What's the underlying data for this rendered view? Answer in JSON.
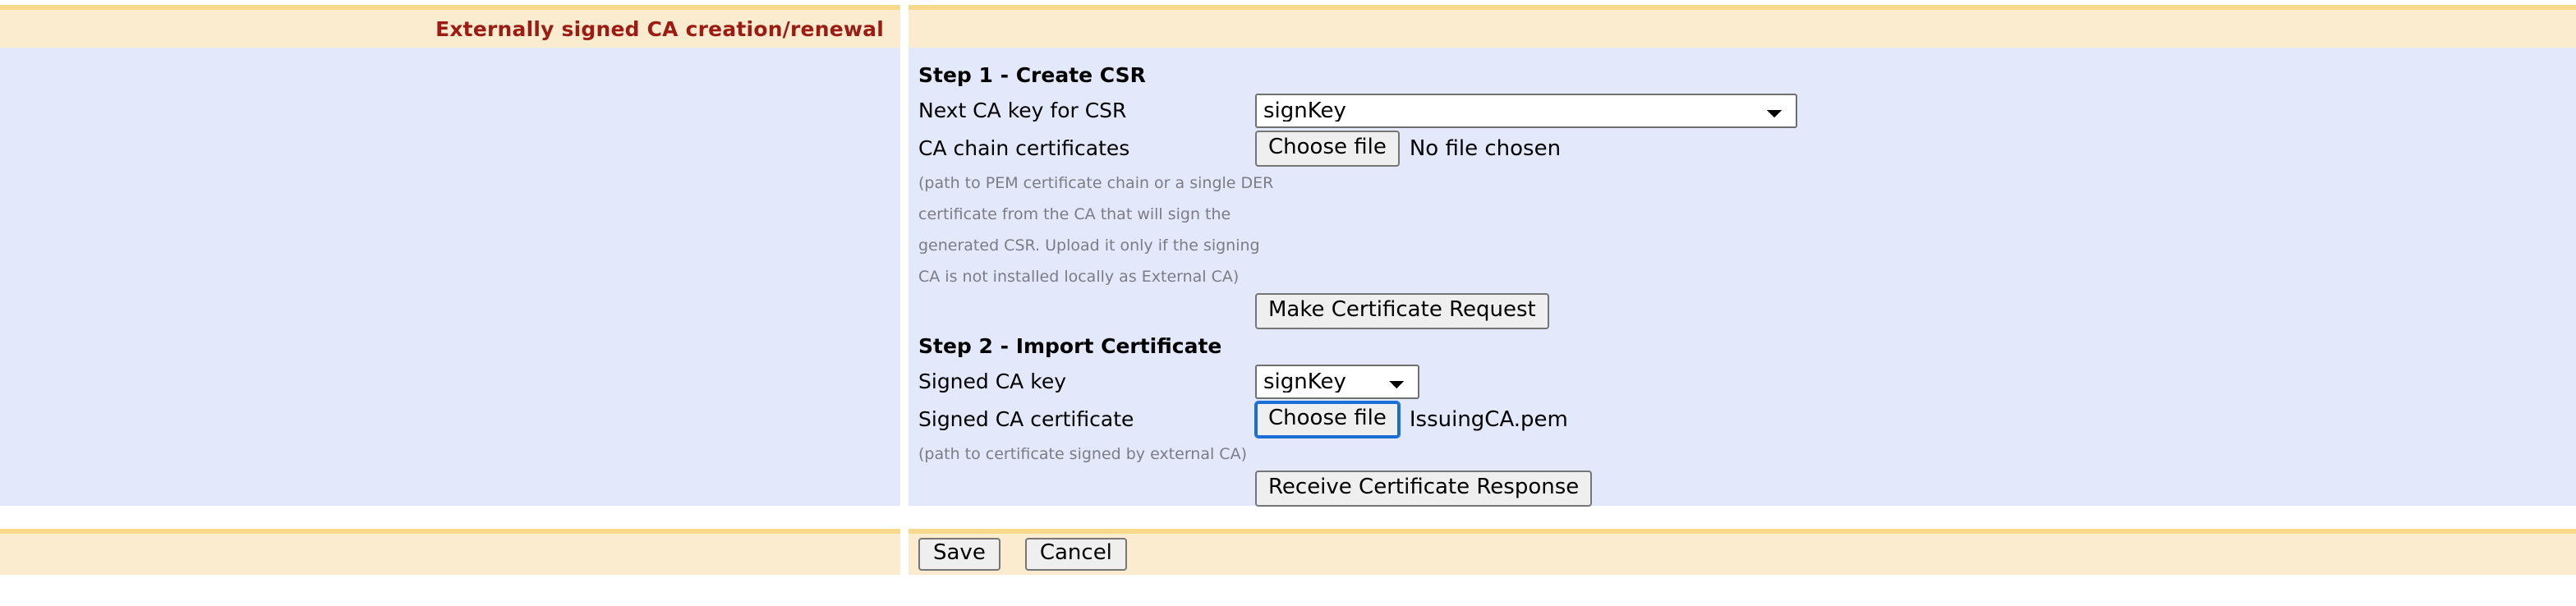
{
  "header": {
    "title": "Externally signed CA creation/renewal"
  },
  "colors": {
    "band_background": "#fbecd0",
    "band_top_border": "#f7d98c",
    "body_background": "#e3e8fb",
    "title_text": "#9c1b12",
    "hint_text": "#7c7c84",
    "focus_ring": "#1a6fd4",
    "button_face": "#efefef",
    "button_border": "#767676"
  },
  "step1": {
    "heading": "Step 1 - Create CSR",
    "key_label": "Next CA key for CSR",
    "key_select": {
      "value": "signKey",
      "options": [
        "signKey"
      ]
    },
    "chain_label": "CA chain certificates",
    "chain_file": {
      "button_label": "Choose file",
      "status": "No file chosen"
    },
    "chain_hint_lines": [
      "(path to PEM certificate chain or a single DER",
      "certificate from the CA that will sign the",
      "generated CSR. Upload it only if the signing",
      "CA is not installed locally as External CA)"
    ],
    "make_request_button": "Make Certificate Request"
  },
  "step2": {
    "heading": "Step 2 - Import Certificate",
    "key_label": "Signed CA key",
    "key_select": {
      "value": "signKey",
      "options": [
        "signKey"
      ]
    },
    "cert_label": "Signed CA certificate",
    "cert_file": {
      "button_label": "Choose file",
      "status": "IssuingCA.pem",
      "focused": true
    },
    "cert_hint": "(path to certificate signed by external CA)",
    "receive_response_button": "Receive Certificate Response"
  },
  "footer": {
    "save_label": "Save",
    "cancel_label": "Cancel"
  }
}
